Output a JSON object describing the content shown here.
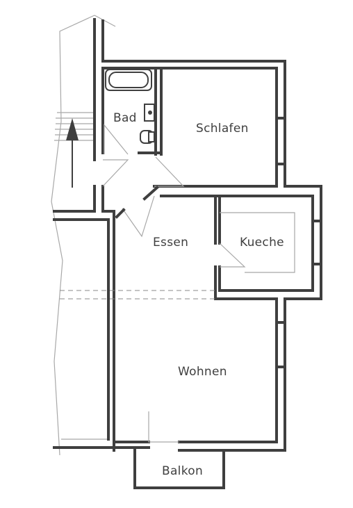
{
  "rooms": {
    "bad": "Bad",
    "schlafen": "Schlafen",
    "essen": "Essen",
    "kueche": "Kueche",
    "wohnen": "Wohnen",
    "balkon": "Balkon"
  }
}
